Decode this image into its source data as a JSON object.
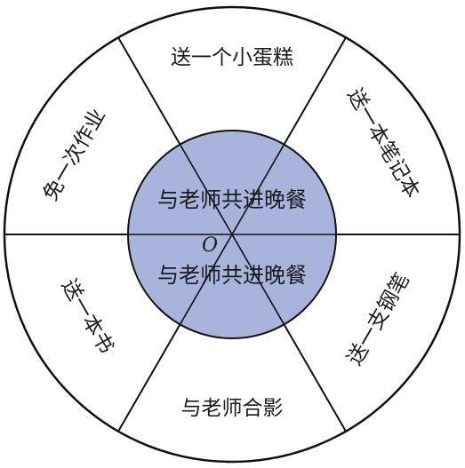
{
  "wheel": {
    "outer_sectors": [
      "送一个小蛋糕",
      "送一本笔记本",
      "送一支钢笔",
      "与老师合影",
      "送一本书",
      "免一次作业"
    ],
    "center_labels": {
      "upper": "与老师共进晚餐",
      "lower": "与老师共进晚餐"
    },
    "center_point_label": "O"
  },
  "colors": {
    "stroke": "#111111",
    "inner_fill": "#a8b4dc",
    "outer_fill": "#ffffff"
  }
}
